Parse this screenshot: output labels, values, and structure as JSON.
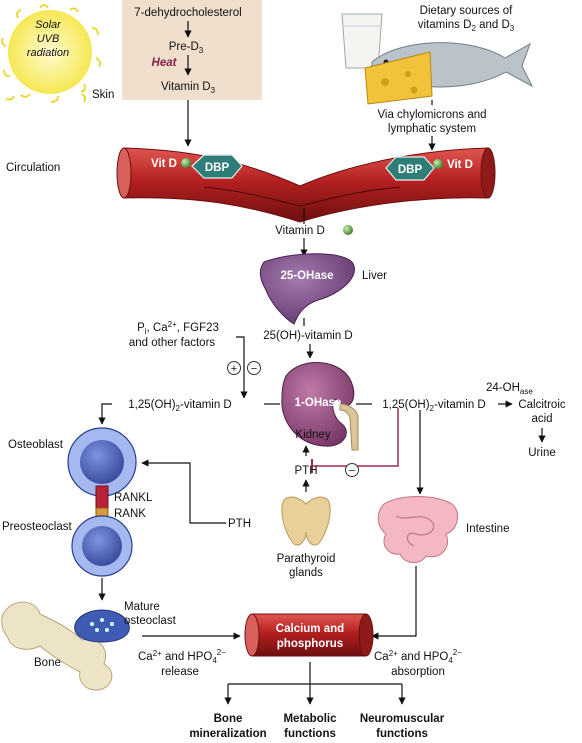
{
  "sun": {
    "text": [
      "Solar",
      "UVB",
      "radiation"
    ]
  },
  "skin_box": {
    "precursor": "7-dehydrocholesterol",
    "pre_d3": "Pre-D",
    "pre_d3_sub": "3",
    "heat": "Heat",
    "vitamin_d3": "Vitamin D",
    "vitamin_d3_sub": "3",
    "skin": "Skin"
  },
  "diet": {
    "line1": "Dietary sources of",
    "line2_pre": "vitamins D",
    "line2_sub1": "2",
    "line2_mid": " and D",
    "line2_sub2": "3",
    "route1": "Via chylomicrons and",
    "route2": "lymphatic system"
  },
  "circulation": {
    "label": "Circulation",
    "vitd_left": "Vit D",
    "vitd_right": "Vit D",
    "dbp": "DBP",
    "vitamin_d": "Vitamin D"
  },
  "liver": {
    "enzyme": "25-OHase",
    "label": "Liver",
    "product": "25(OH)-vitamin D"
  },
  "factors": {
    "line1_a": "P",
    "line1_a_sub": "i",
    "line1_b": ", Ca",
    "line1_b_sup": "2+",
    "line1_c": ", FGF23",
    "line2": "and other factors",
    "plus": "+",
    "minus": "−"
  },
  "kidney": {
    "enzyme": "1-OHase",
    "label": "Kidney"
  },
  "calcitriol": {
    "prefix": "1,25(OH)",
    "sub": "2",
    "suffix": "-vitamin D"
  },
  "catabolism": {
    "enzyme": "24-OH",
    "enzyme_sub": "ase",
    "product1": "Calcitroic",
    "product2": "acid",
    "urine": "Urine"
  },
  "pth": {
    "kidney_label": "PTH",
    "left_label": "PTH",
    "feedback": "−"
  },
  "parathyroid": {
    "line1": "Parathyroid",
    "line2": "glands"
  },
  "bone_cells": {
    "osteoblast": "Osteoblast",
    "rankl": "RANKL",
    "rank": "RANK",
    "preosteoclast": "Preosteoclast",
    "mature1": "Mature",
    "mature2": "osteoclast",
    "bone": "Bone"
  },
  "intestine": {
    "label": "Intestine"
  },
  "release": {
    "ca": "Ca",
    "ca_sup": "2+",
    "and": " and HPO",
    "hpo_sub": "4",
    "hpo_sup": "2−",
    "left_word": "release",
    "right_word": "absorption"
  },
  "pool": {
    "line1": "Calcium and",
    "line2": "phosphorus"
  },
  "outcomes": [
    {
      "line1": "Bone",
      "line2": "mineralization"
    },
    {
      "line1": "Metabolic",
      "line2": "functions"
    },
    {
      "line1": "Neuromuscular",
      "line2": "functions"
    }
  ],
  "colors": {
    "vessel": "#b3201f",
    "dbp": "#2f7d77",
    "liver": "#7a4a86",
    "kidney": "#8a4a7a",
    "skin_box": "#efdfcc",
    "sun": "#f3e43a",
    "osteoblast": "#3f5bb3",
    "feedback": "#9a2a55"
  }
}
